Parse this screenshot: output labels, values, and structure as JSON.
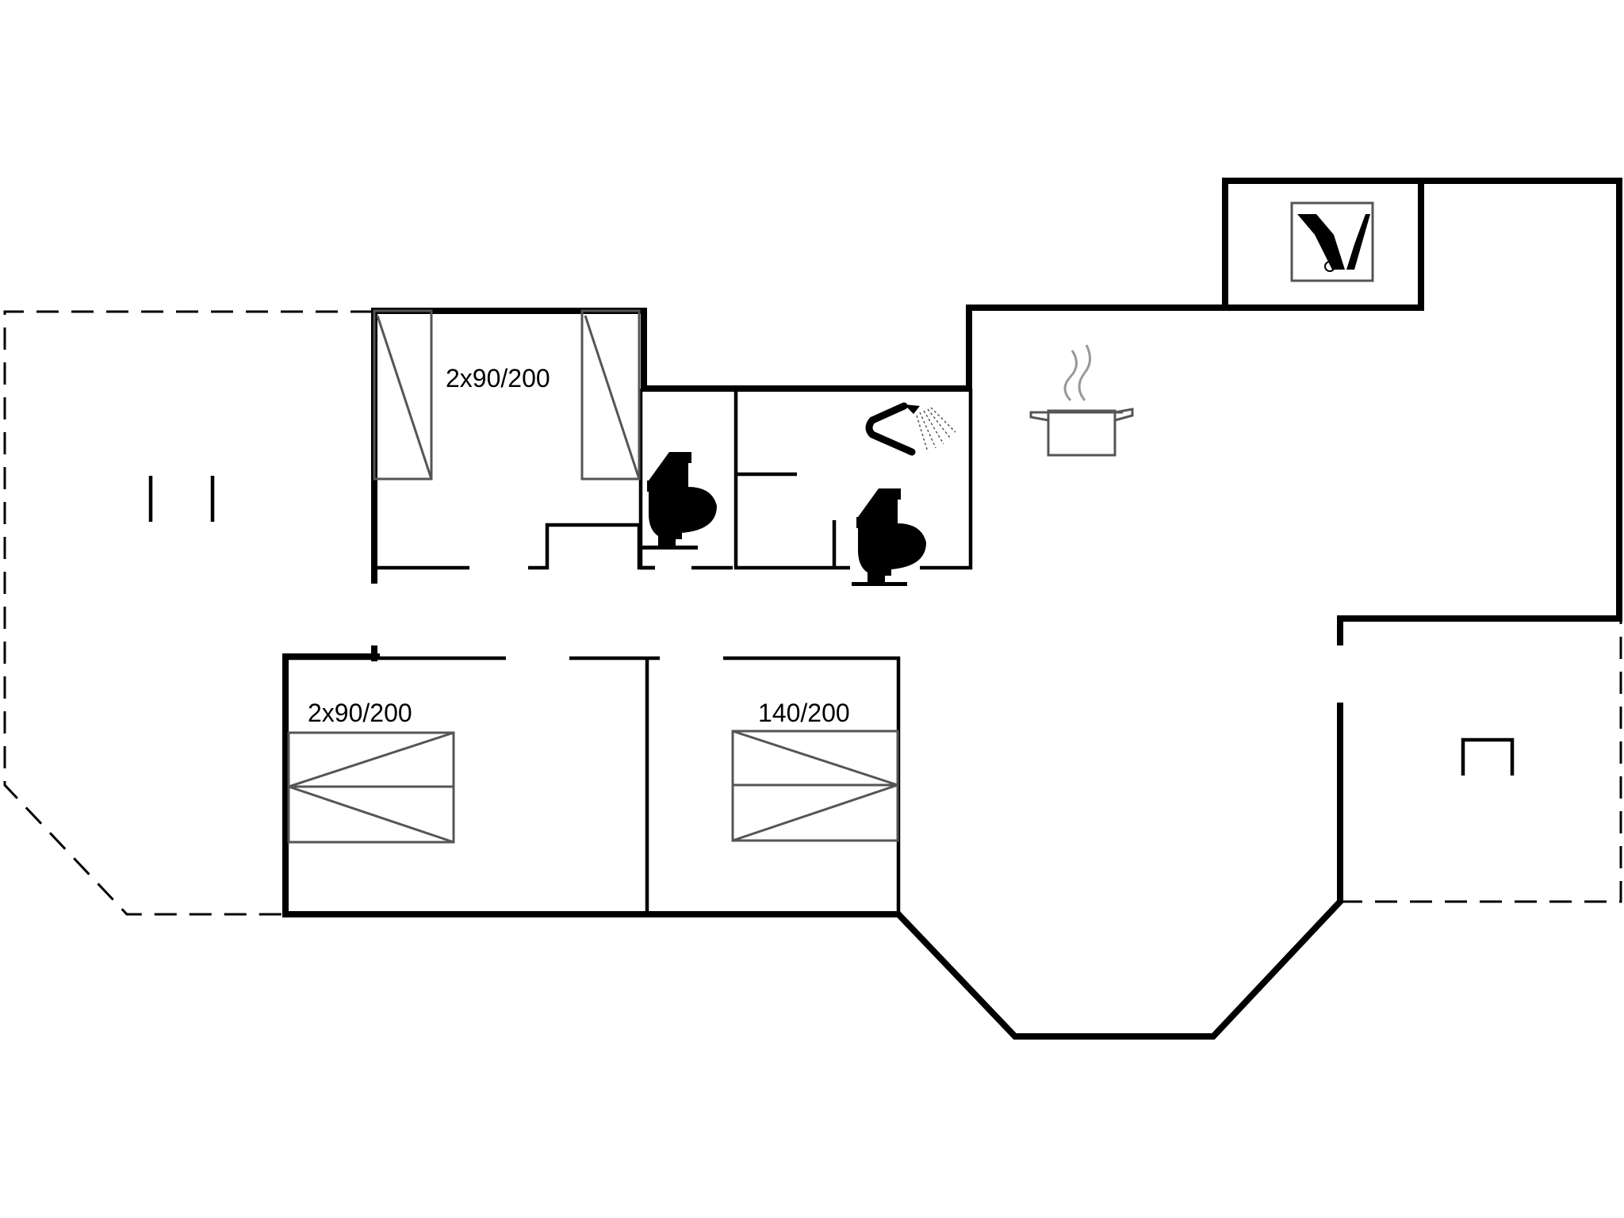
{
  "floorplan": {
    "labels": {
      "bedroom_top": "2x90/200",
      "bedroom_bottom_left": "2x90/200",
      "bedroom_bottom_right": "140/200"
    },
    "icons": {
      "kitchen": "cooking-pot-icon",
      "utility": "washing-machine-icon",
      "toilet_small": "toilet-icon",
      "bathroom_toilet": "toilet-icon",
      "bathroom_shower": "shower-icon"
    },
    "colors": {
      "wall": "#000000",
      "furniture": "#555555",
      "background": "#ffffff"
    }
  }
}
